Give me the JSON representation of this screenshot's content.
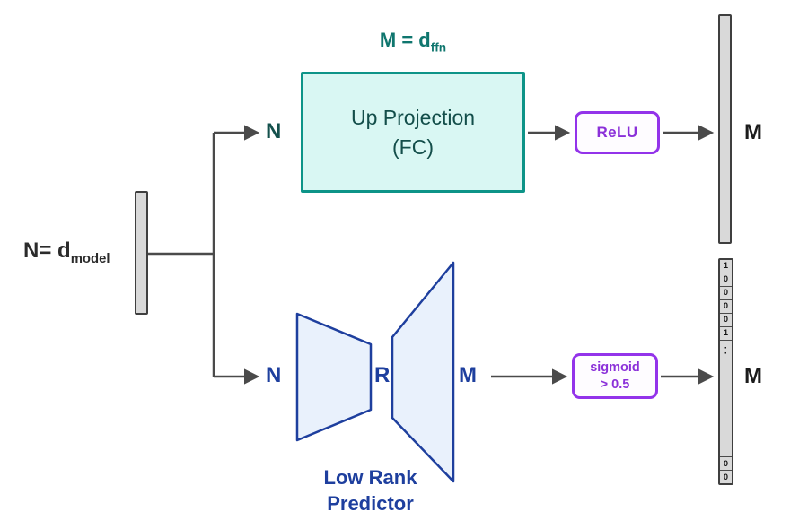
{
  "title": "Low Rank Predictor architecture diagram",
  "input": {
    "label_main": "N= d",
    "label_sub": "model"
  },
  "branch_top": {
    "dim_label_main": "M = d",
    "dim_label_sub": "ffn",
    "n_label": "N",
    "box_line1": "Up Projection",
    "box_line2": "(FC)",
    "activation_label": "ReLU",
    "output_label": "M"
  },
  "branch_bottom": {
    "n_label": "N",
    "r_label": "R",
    "m_label": "M",
    "activation_line1": "sigmoid",
    "activation_line2": "> 0.5",
    "caption_line1": "Low Rank",
    "caption_line2": "Predictor",
    "output_label": "M",
    "output_cells_top": [
      "1",
      "0",
      "0",
      "0",
      "0",
      "1"
    ],
    "output_dots": [
      "·",
      "·"
    ],
    "output_cells_bottom": [
      "0",
      "0"
    ]
  },
  "colors": {
    "teal_border": "#0d9488",
    "teal_fill": "#d9f7f3",
    "teal_text": "#0f766e",
    "purple": "#9333ea",
    "blue": "#1e3f9e",
    "trapezoid_fill": "#e9f1fc",
    "arrow": "#4a4a4a",
    "bar_fill": "#d9d9d9",
    "bar_border": "#3f3f3f"
  }
}
